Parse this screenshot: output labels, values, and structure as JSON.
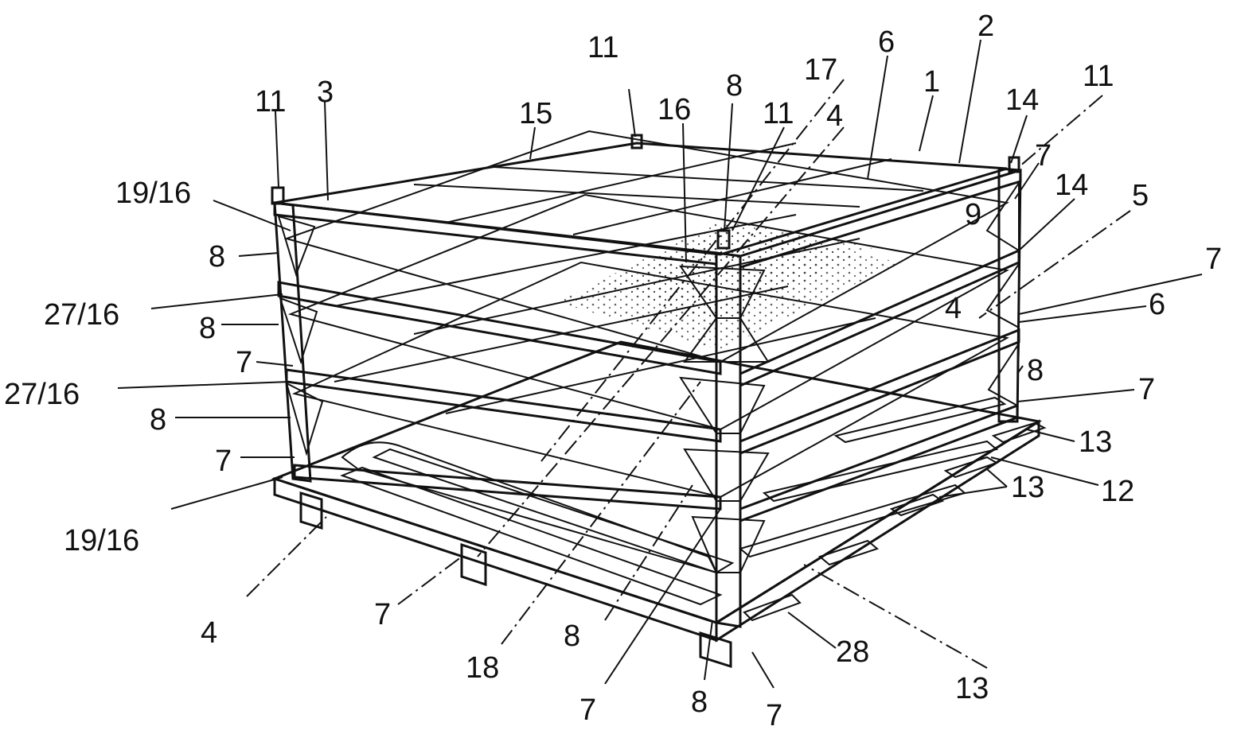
{
  "labels": {
    "n11_top_center": "11",
    "n11_left": "11",
    "n3": "3",
    "n15": "15",
    "n16_top": "16",
    "n8_top": "8",
    "n17": "17",
    "n11_mid": "11",
    "n4_top": "4",
    "n6_top": "6",
    "n2": "2",
    "n1": "1",
    "n11_right": "11",
    "n14_top": "14",
    "n7_top_right": "7",
    "n14_mid": "14",
    "n5": "5",
    "n9": "9",
    "n7_right1": "7",
    "n6_right": "6",
    "n4_right": "4",
    "n8_right": "8",
    "n7_right2": "7",
    "n13_right1": "13",
    "n12": "12",
    "n13_right2": "13",
    "n19_16_top": "19/16",
    "n8_left1": "8",
    "n27_16_a": "27/16",
    "n8_left2": "8",
    "n7_left1": "7",
    "n27_16_b": "27/16",
    "n8_left3": "8",
    "n7_left2": "7",
    "n19_16_bottom": "19/16",
    "n4_bottom": "4",
    "n7_bottom_a": "7",
    "n18": "18",
    "n8_bottom_a": "8",
    "n7_bottom_b": "7",
    "n8_bottom_b": "8",
    "n7_bottom_c": "7",
    "n28": "28",
    "n13_bottom": "13"
  }
}
